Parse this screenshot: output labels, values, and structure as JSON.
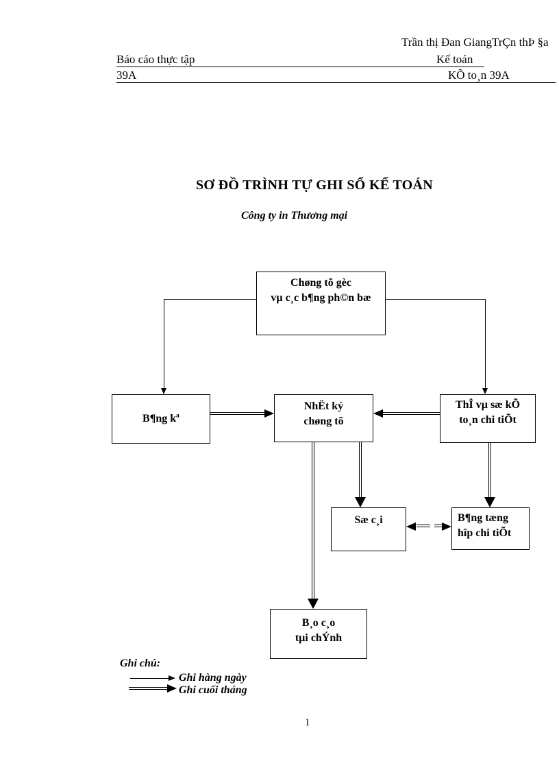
{
  "header": {
    "author_line": "Trần thị Đan GiangTrÇn thÞ §a",
    "report_label": "Báo cáo thực tập",
    "subject_label": "Kế toán",
    "class_label": "39A",
    "class_right_label": "KÕ to¸n 39A"
  },
  "title": "SƠ ĐỒ TRÌNH TỰ GHI SỔ KẾ TOÁN",
  "subtitle": "Công ty in Thương mại",
  "diagram": {
    "boxes": {
      "chung_tu_goc": {
        "line1": "Chøng tõ gèc",
        "line2": "vµ c¸c b¶ng ph©n bæ"
      },
      "bang_ke": {
        "line1": "B¶ng kª"
      },
      "nhat_ky": {
        "line1": "NhËt ký",
        "line2": "chøng tõ"
      },
      "the_so": {
        "line1": "ThÎ vµ sæ kÕ",
        "line2": "to¸n chi tiÕt"
      },
      "so_cai": {
        "line1": "Sæ c¸i"
      },
      "bang_tong_hop": {
        "line1": "B¶ng tæng",
        "line2": "hîp chi tiÕt"
      },
      "bao_cao": {
        "line1": "B¸o c¸o",
        "line2": "tµi chÝnh"
      }
    }
  },
  "legend": {
    "title": "Ghi chú:",
    "daily_label": "Ghi hàng ngày",
    "monthly_label": "Ghi cuối tháng"
  },
  "footer": {
    "page_number": "1"
  },
  "colors": {
    "ink": "#000000",
    "paper": "#ffffff"
  }
}
